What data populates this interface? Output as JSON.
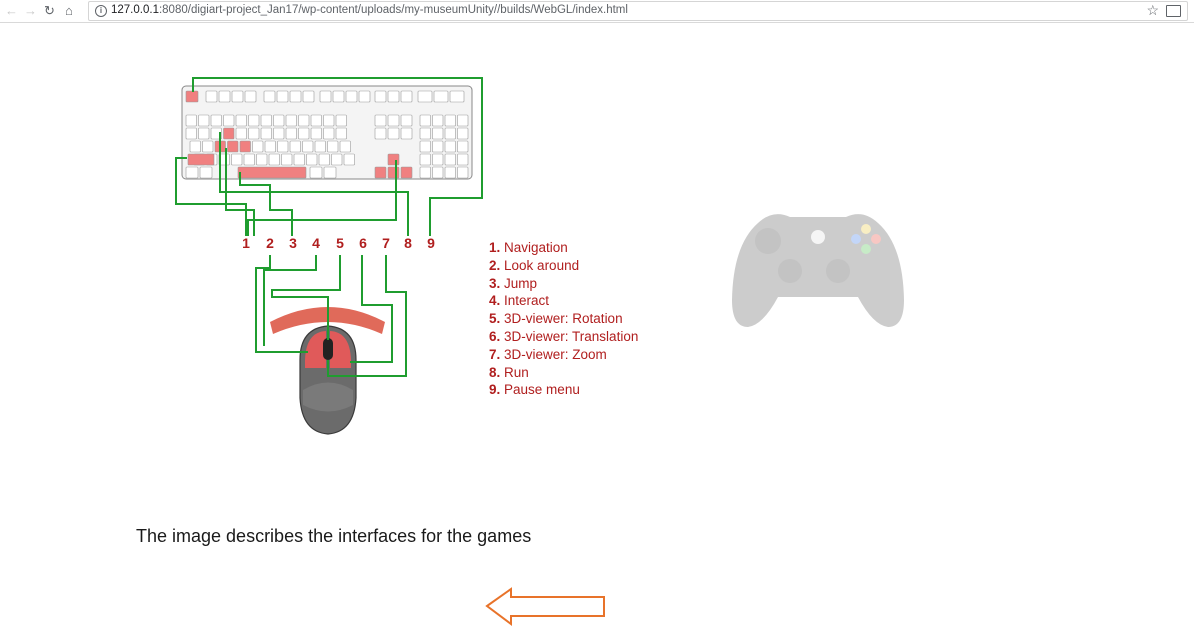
{
  "browser": {
    "url_host": "127.0.0.1",
    "url_rest": ":8080/digiart-project_Jan17/wp-content/uploads/my-museumUnity//builds/WebGL/index.html"
  },
  "diagram": {
    "callout_numbers": [
      "1",
      "2",
      "3",
      "4",
      "5",
      "6",
      "7",
      "8",
      "9"
    ],
    "legend": [
      {
        "num": "1.",
        "text": "Navigation"
      },
      {
        "num": "2.",
        "text": "Look around"
      },
      {
        "num": "3.",
        "text": "Jump"
      },
      {
        "num": "4.",
        "text": "Interact"
      },
      {
        "num": "5.",
        "text": "3D-viewer: Rotation"
      },
      {
        "num": "6.",
        "text": "3D-viewer: Translation"
      },
      {
        "num": "7.",
        "text": "3D-viewer: Zoom"
      },
      {
        "num": "8.",
        "text": "Run"
      },
      {
        "num": "9.",
        "text": "Pause menu"
      }
    ]
  },
  "content": {
    "caption": "The image describes the interfaces for the games"
  },
  "colors": {
    "callout_red": "#b01e1e",
    "wire_green": "#1f9d2f",
    "key_highlight": "#f08080",
    "arrow_orange": "#e8732a"
  },
  "icons": [
    "back-icon",
    "forward-icon",
    "reload-icon",
    "home-icon",
    "info-icon",
    "star-icon",
    "cast-icon",
    "left-arrow-icon"
  ]
}
